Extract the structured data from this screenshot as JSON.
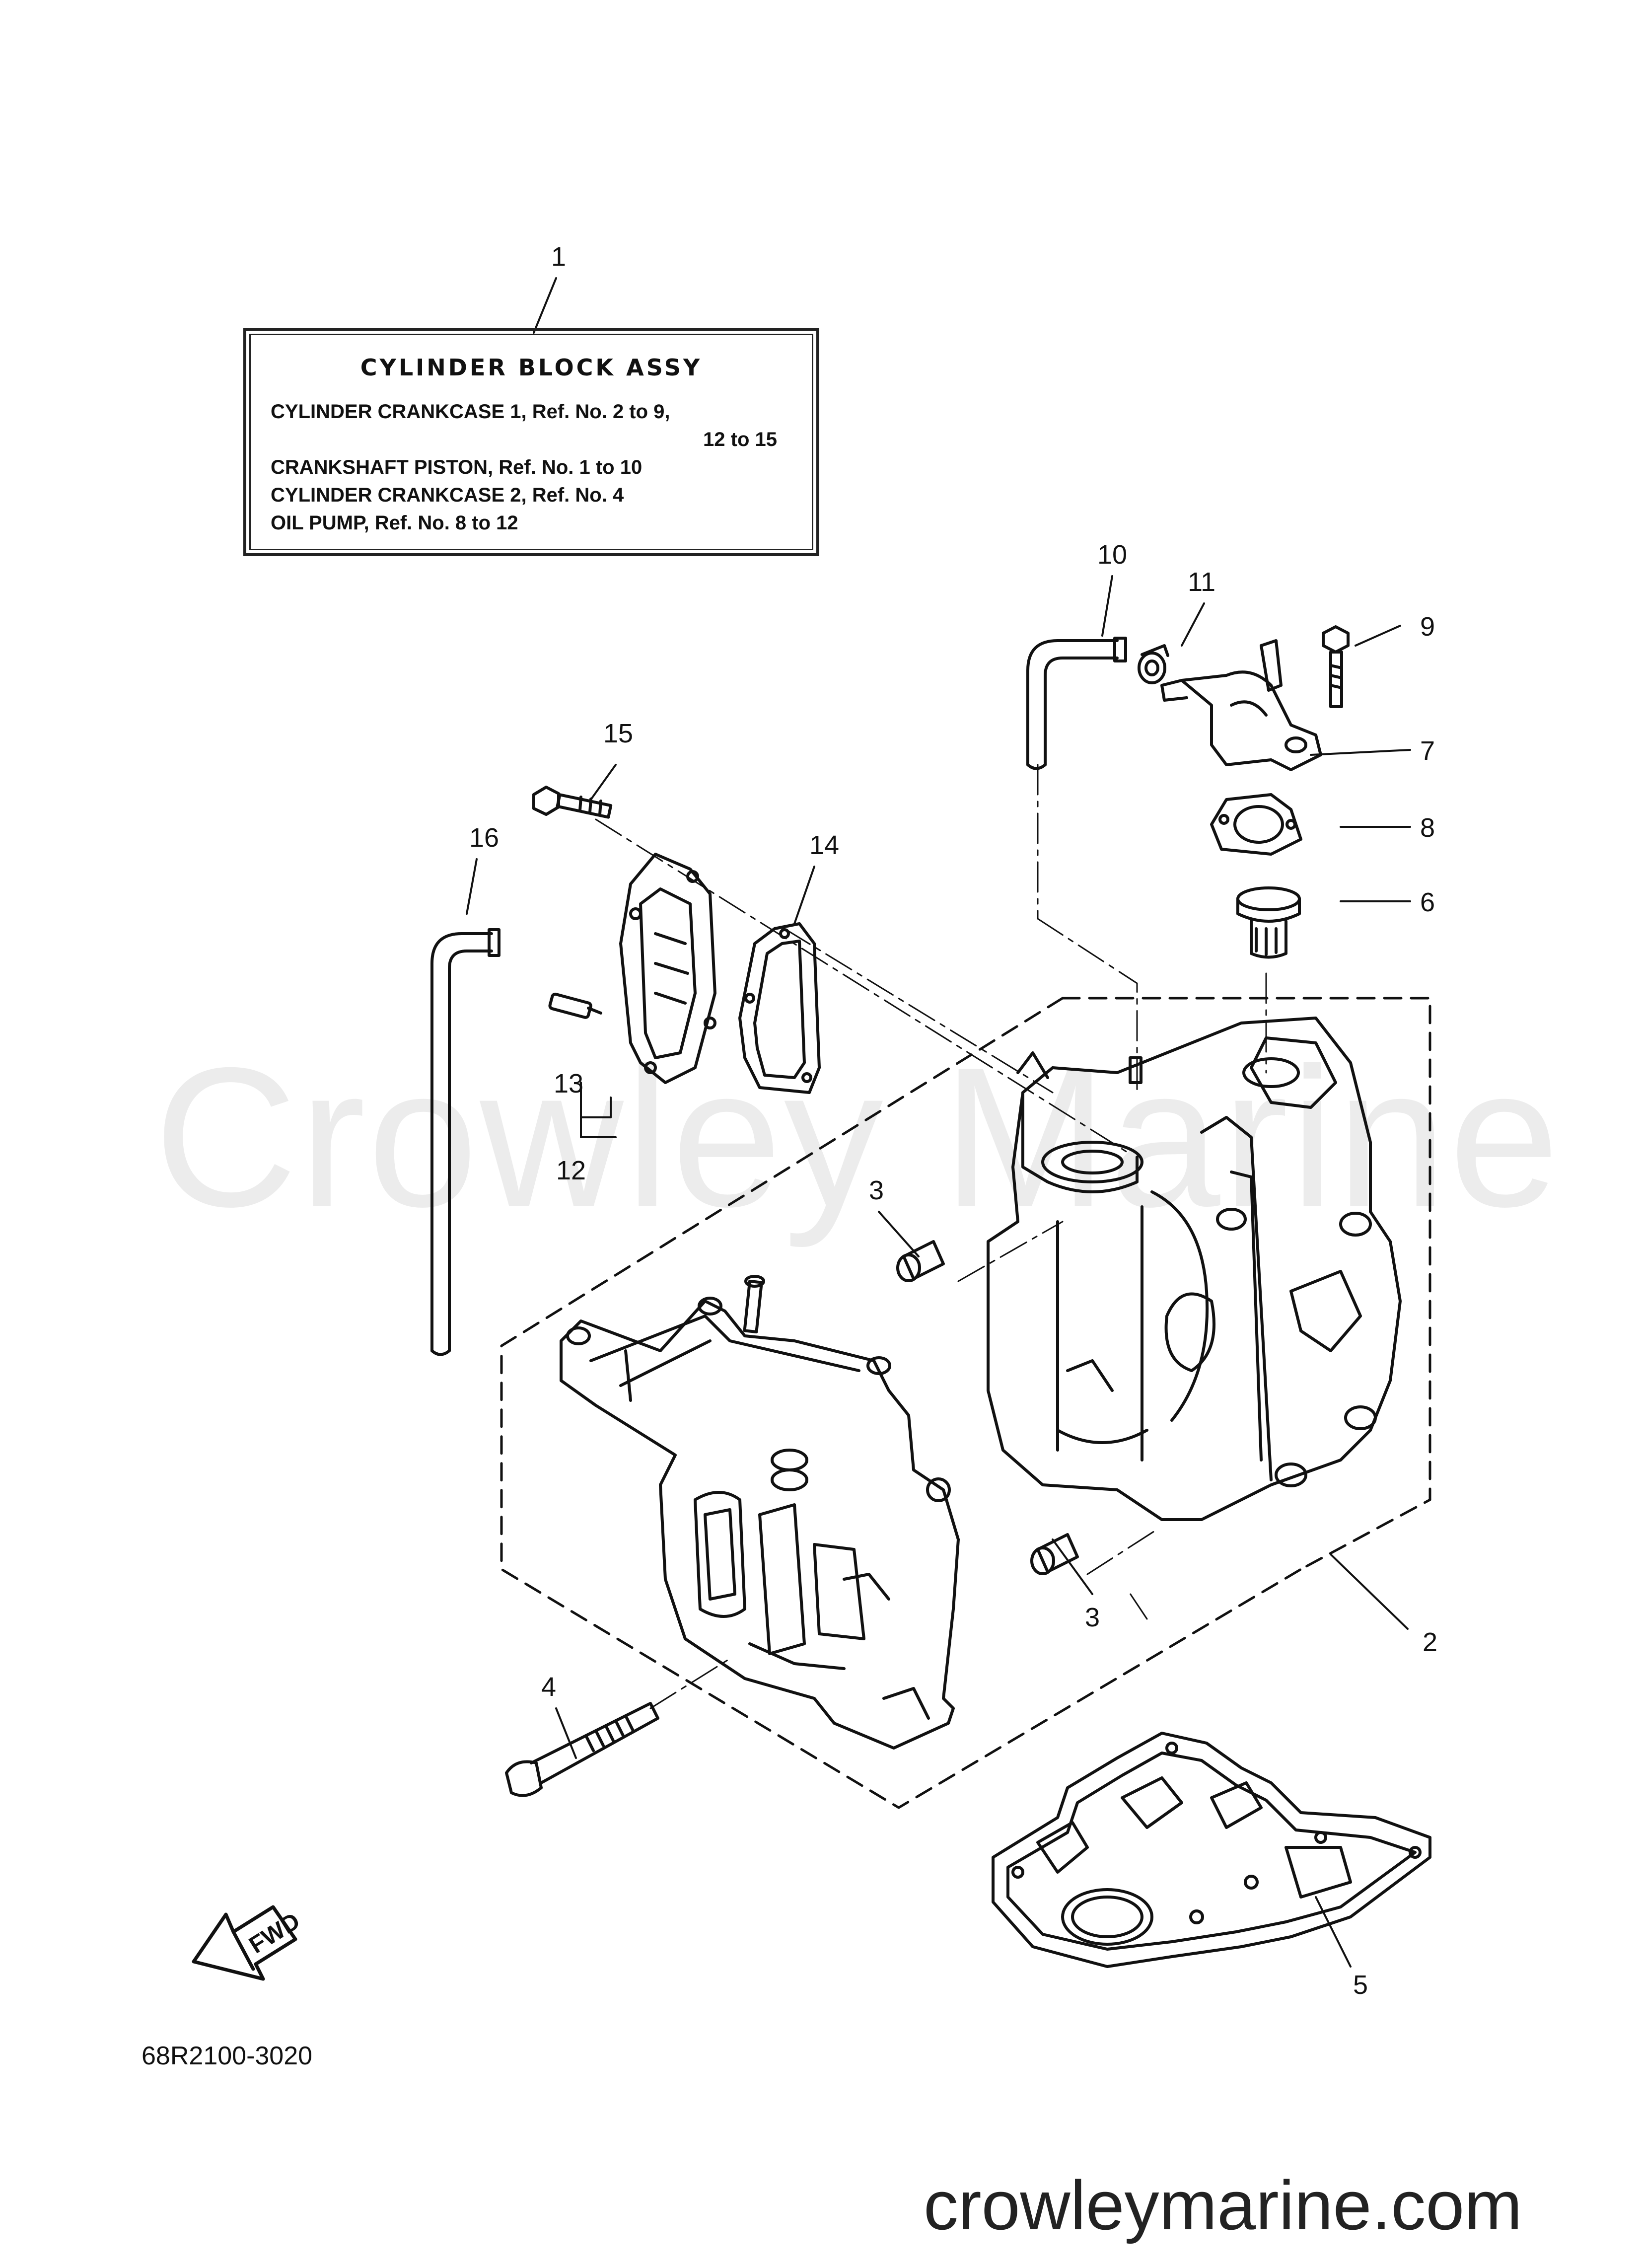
{
  "assembly_box": {
    "title": "CYLINDER BLOCK ASSY",
    "lines": [
      "CYLINDER CRANKCASE 1, Ref. No. 2 to 9,",
      "12 to 15",
      "CRANKSHAFT PISTON, Ref. No. 1 to 10",
      "CYLINDER CRANKCASE 2, Ref. No. 4",
      "OIL PUMP, Ref. No. 8 to 12"
    ]
  },
  "callouts": {
    "c1": "1",
    "c2": "2",
    "c3a": "3",
    "c3b": "3",
    "c4": "4",
    "c5": "5",
    "c6": "6",
    "c7": "7",
    "c8": "8",
    "c9": "9",
    "c10": "10",
    "c11": "11",
    "c12": "12",
    "c13": "13",
    "c14": "14",
    "c15": "15",
    "c16": "16"
  },
  "fwd_label": "FWD",
  "part_code": "68R2100-3020",
  "watermark": "Crowley Marine",
  "site_credit": "crowleymarine.com"
}
